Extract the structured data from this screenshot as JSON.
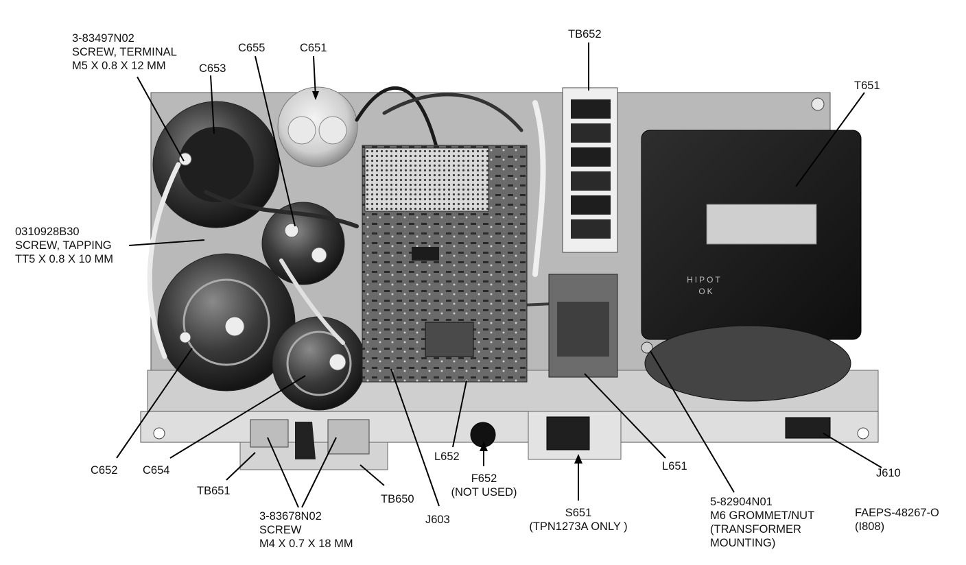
{
  "labels": {
    "screw_terminal": [
      "3-83497N02",
      "SCREW, TERMINAL",
      "M5 X 0.8 X 12 MM"
    ],
    "c655": "C655",
    "c651": "C651",
    "c653": "C653",
    "tb652": "TB652",
    "t651": "T651",
    "screw_tapping": [
      "0310928B30",
      "SCREW, TAPPING",
      "TT5 X 0.8 X 10 MM"
    ],
    "c652": "C652",
    "c654": "C654",
    "tb651": "TB651",
    "tb650": "TB650",
    "screw_m4": [
      "3-83678N02",
      "SCREW",
      "M4 X 0.7 X 18 MM"
    ],
    "j603": "J603",
    "l652": "L652",
    "f652": [
      "F652",
      "(NOT USED)"
    ],
    "s651": [
      "S651",
      "(TPN1273A ONLY )"
    ],
    "l651": "L651",
    "grommet": [
      "5-82904N01",
      "M6 GROMMET/NUT",
      "(TRANSFORMER",
      "MOUNTING)"
    ],
    "j610": "J610",
    "figure_id": [
      "FAEPS-48267-O",
      "(I808)"
    ]
  },
  "equipment_text": {
    "hipot": [
      "HIPOT",
      "OK"
    ]
  }
}
